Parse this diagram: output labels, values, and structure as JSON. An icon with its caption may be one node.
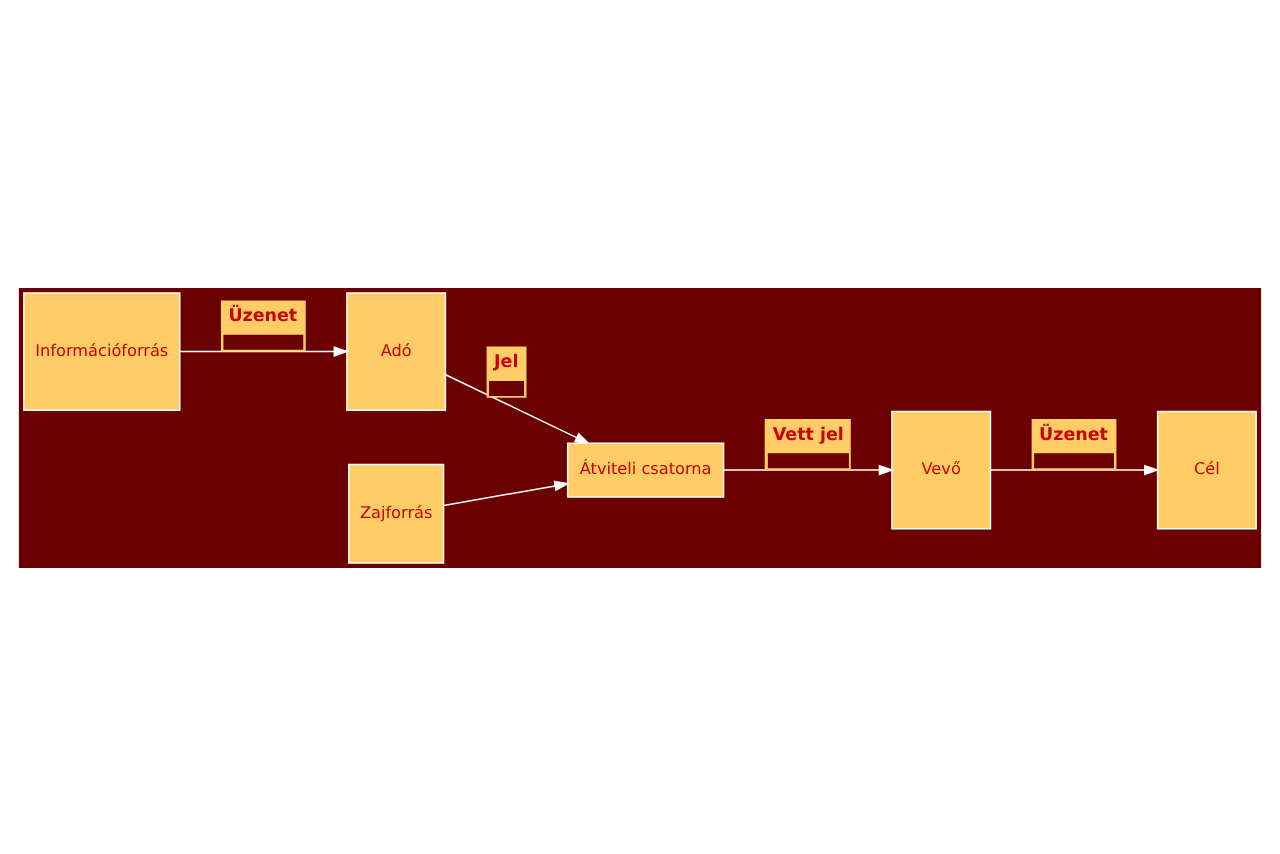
{
  "diagram": {
    "nodes": [
      {
        "text": [
          "Információforrás"
        ]
      },
      {
        "text": [
          "Adó"
        ]
      },
      {
        "text": [
          "Átviteli csatorna"
        ]
      },
      {
        "text": [
          "Vevő"
        ]
      },
      {
        "text": [
          "Cél"
        ]
      },
      {
        "text": [
          "Zajforrás"
        ]
      }
    ],
    "edges": [
      {
        "from": 0,
        "to": 1,
        "arrow": "to",
        "label": "Üzenet"
      },
      {
        "from": 1,
        "to": 2,
        "arrow": "to",
        "label": "Jel"
      },
      {
        "from": 2,
        "to": 3,
        "arrow": "to",
        "label": "Vett jel"
      },
      {
        "from": 3,
        "to": 4,
        "arrow": "to",
        "label": "Üzenet"
      },
      {
        "from": 5,
        "to": 2,
        "arrow": "to"
      }
    ]
  }
}
